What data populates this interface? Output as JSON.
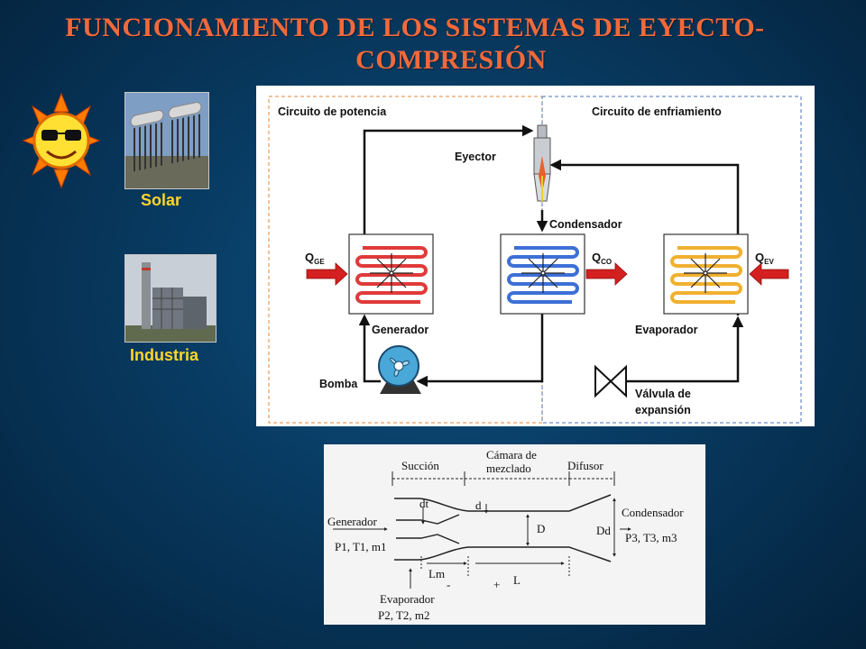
{
  "slide": {
    "title_line1": "FUNCIONAMIENTO DE LOS SISTEMAS DE EYECTO-",
    "title_line2": "COMPRESIÓN",
    "colors": {
      "title": "#f2693a",
      "caption": "#ffd62a",
      "background": "#083a61"
    }
  },
  "images": {
    "solar_caption": "Solar",
    "industry_caption": "Industria",
    "sun_icon": "smiling-sun-with-sunglasses-icon"
  },
  "cycle": {
    "power_circuit": "Circuito de potencia",
    "cooling_circuit": "Circuito de enfriamiento",
    "ejector": "Eyector",
    "condenser": "Condensador",
    "generator": "Generador",
    "evaporator": "Evaporador",
    "pump": "Bomba",
    "valve_line1": "Válvula de",
    "valve_line2": "expansión",
    "q": "Q",
    "q_ge": "GE",
    "q_co": "CO",
    "q_ev": "EV",
    "colors": {
      "generator_coil": "#e03a3a",
      "condenser_coil": "#3d6fd6",
      "evaporator_coil": "#f0b030",
      "heat_arrow": "#d42020"
    }
  },
  "ejector_section": {
    "suction": "Succión",
    "mixing_line1": "Cámara de",
    "mixing_line2": "mezclado",
    "diffuser": "Difusor",
    "generator": "Generador",
    "generator_vars": "P1, T1, m1",
    "evaporator": "Evaporador",
    "evaporator_vars": "P2, T2, m2",
    "condenser": "Condensador",
    "condenser_vars": "P3, T3, m3",
    "dt": "dt",
    "d": "d",
    "D": "D",
    "Dd": "Dd",
    "Lm": "Lm",
    "L": "L",
    "minus": "-",
    "plus": "+"
  }
}
